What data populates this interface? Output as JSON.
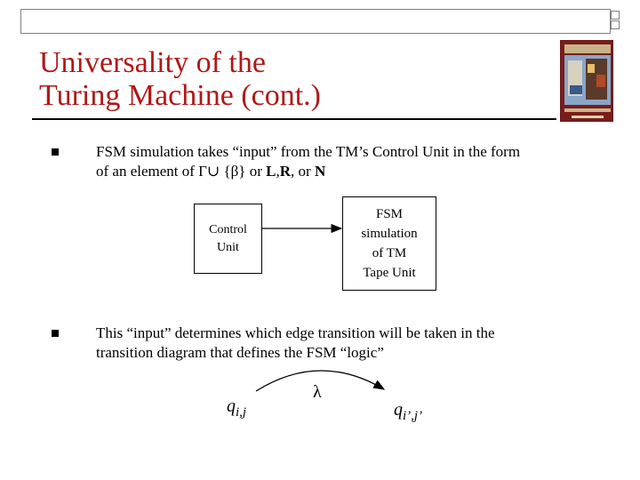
{
  "slide": {
    "title_line1": "Universality of the",
    "title_line2": "Turing Machine (cont.)"
  },
  "bullets": [
    {
      "line1": "FSM simulation takes “input” from the TM’s Control Unit in the form",
      "line2_prefix": "of an element of Γ∪ {β} or ",
      "line2_bold1": "L",
      "line2_comma": ",",
      "line2_bold2": "R",
      "line2_or": ", or ",
      "line2_bold3": "N"
    },
    {
      "line1": "This  “input” determines which edge transition will be taken in the",
      "line2": "transition diagram that defines the FSM “logic”"
    }
  ],
  "diagram1": {
    "left_box_line1": "Control",
    "left_box_line2": "Unit",
    "right_box_lines": [
      "FSM",
      "simulation",
      "of TM",
      "Tape Unit"
    ]
  },
  "diagram2": {
    "from_state": "q",
    "from_sub": "i,j",
    "edge_label": "λ",
    "to_state": "q",
    "to_sub": "i’,j’"
  },
  "colors": {
    "title": "#b01818"
  },
  "icons": {
    "bullet": "square-bullet-icon",
    "book": "book-cover-icon"
  }
}
